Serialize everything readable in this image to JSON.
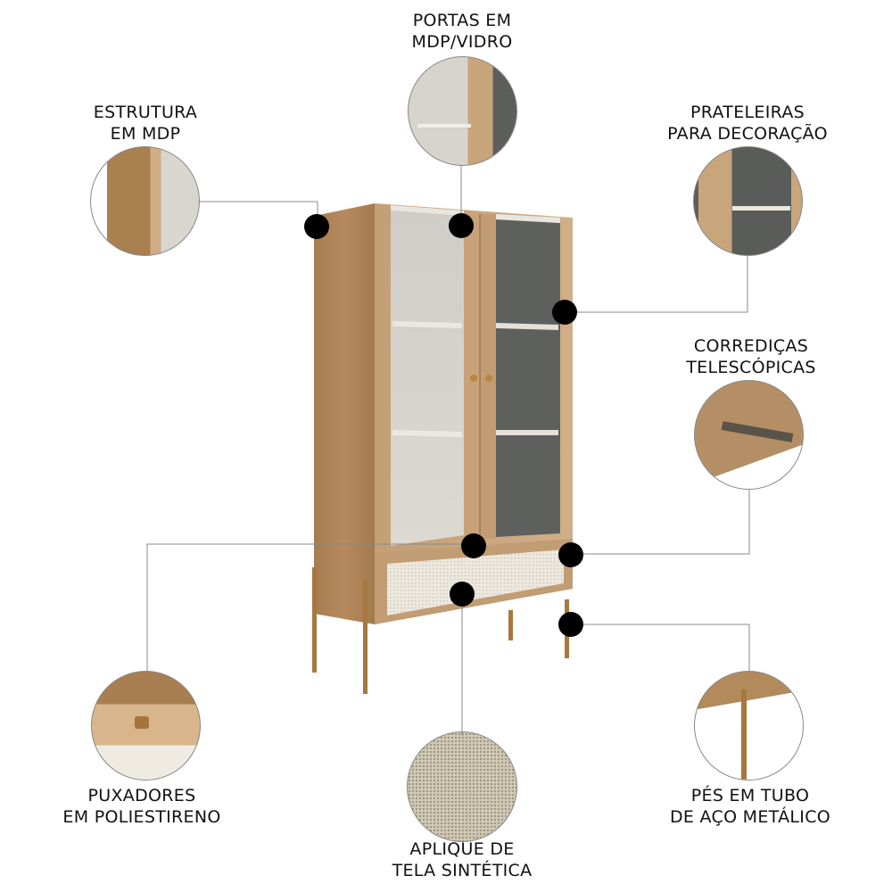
{
  "features": [
    {
      "id": "portas",
      "lines": [
        "PORTAS EM",
        "MDP/VIDRO"
      ]
    },
    {
      "id": "estrutura",
      "lines": [
        "ESTRUTURA",
        "EM MDP"
      ]
    },
    {
      "id": "prateleiras",
      "lines": [
        "PRATELEIRAS",
        "PARA DECORAÇÃO"
      ]
    },
    {
      "id": "corredicas",
      "lines": [
        "CORREDIÇAS",
        "TELESCÓPICAS"
      ]
    },
    {
      "id": "puxadores",
      "lines": [
        "PUXADORES",
        "EM POLIESTIRENO"
      ]
    },
    {
      "id": "aplique",
      "lines": [
        "APLIQUE DE",
        "TELA SINTÉTICA"
      ]
    },
    {
      "id": "pes",
      "lines": [
        "PÉS EM TUBO",
        "DE AÇO METÁLICO"
      ]
    }
  ],
  "colors": {
    "wood": "#b08355",
    "wood_light": "#c9a57c",
    "glass_dark": "#5c5e5c",
    "glass_light": "#d8d6d0",
    "panel": "#e9e5dc",
    "mesh": "#c9c2ae",
    "dot": "#000000",
    "leader_line": "#888888"
  }
}
